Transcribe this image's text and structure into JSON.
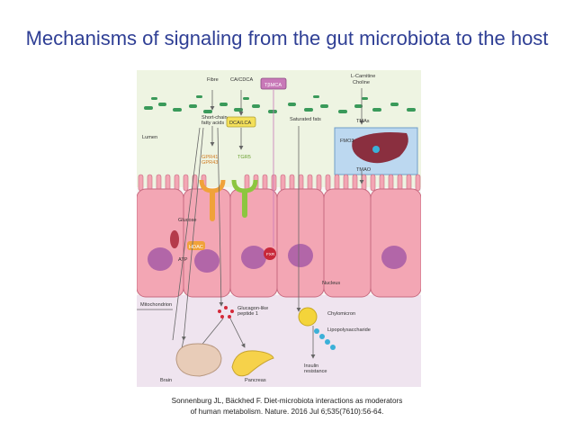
{
  "title": "Mechanisms of signaling from the gut microbiota to the host",
  "figure": {
    "labels": {
      "fibre": "Fibre",
      "ca_cdca": "CA/CDCA",
      "tbmca": "TβMCA",
      "l_carnitine": "L-Carnitine",
      "choline": "Choline",
      "lumen": "Lumen",
      "scfa_line1": "Short-chain",
      "scfa_line2": "fatty acids",
      "dca_lca": "DCA/LCA",
      "saturated_fats": "Saturated fats",
      "tmas": "TMAs",
      "fmo3": "FMO3",
      "tmao": "TMAO",
      "gpr41": "GPR41",
      "gpr43": "GPR43",
      "tgr5": "TGR5",
      "glucose": "Glucose",
      "hdac": "HDAC",
      "atp": "ATP",
      "fxr": "FXR",
      "nucleus": "Nucleus",
      "mitochondrion": "Mitochondrion",
      "glp1_line1": "Glucagon-like",
      "glp1_line2": "peptide 1",
      "chylomicron": "Chylomicron",
      "lps": "Lipopolysaccharide",
      "brain": "Brain",
      "pancreas": "Pancreas",
      "insulin_line1": "Insulin",
      "insulin_line2": "resistance"
    },
    "colors": {
      "lumen_bg": "#eef4e2",
      "cell_body": "#f3a6b4",
      "nucleus": "#b266a8",
      "bacteria": "#3a9a5a",
      "receptor_orange": "#f0a23a",
      "receptor_green": "#8cc63f",
      "tbmca_box": "#c879b8",
      "dca_box": "#f4e05a",
      "liver_box": "#bcd8f0",
      "liver": "#8a2f3f",
      "chylomicron": "#f4d43a",
      "lps": "#3bb0d8",
      "glp1": "#d42a3a"
    }
  },
  "citation": {
    "line1": "Sonnenburg JL, Bäckhed F. Diet-microbiota interactions as moderators",
    "line2": "of human metabolism. Nature. 2016 Jul 6;535(7610):56-64."
  }
}
